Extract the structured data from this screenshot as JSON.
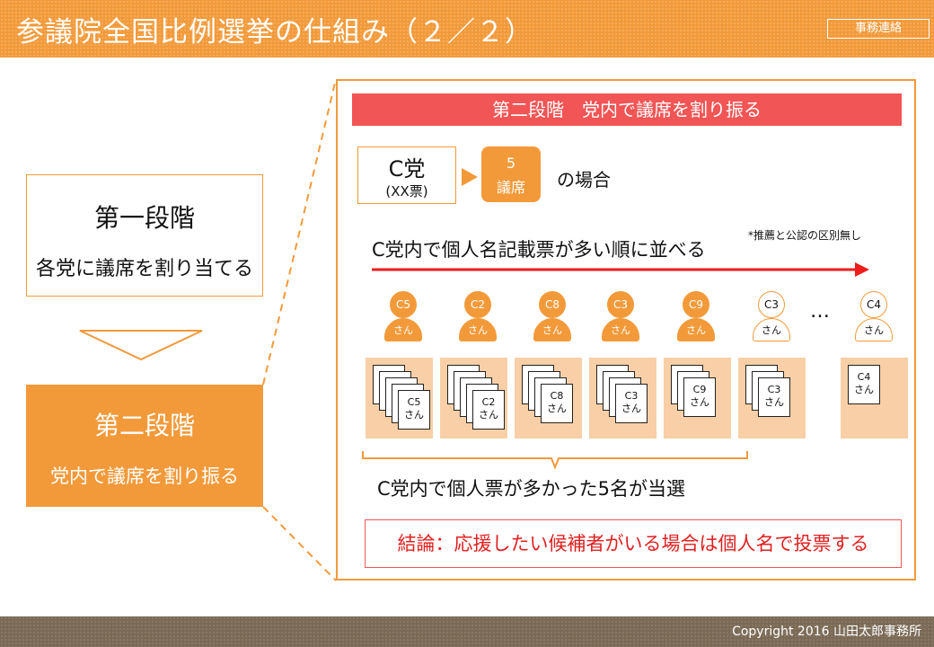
{
  "header": {
    "title": "参議院全国比例選挙の仕組み（２／２）",
    "tag": "事務連絡"
  },
  "footer": {
    "copyright": "Copyright 2016 山田太郎事務所"
  },
  "left": {
    "step1": {
      "title": "第一段階",
      "desc": "各党に議席を割り当てる"
    },
    "step2": {
      "title": "第二段階",
      "desc": "党内で議席を割り振る"
    }
  },
  "panel": {
    "banner": "第二段階　党内で議席を割り振る",
    "party": {
      "name": "C党",
      "votes": "(XX票)"
    },
    "seats": {
      "num": "5",
      "unit": "議席"
    },
    "case_text": "の場合",
    "note": "*推薦と公認の区別無し",
    "sort_text": "C党内で個人名記載票が多い順に並べる",
    "candidates": [
      {
        "label": "C5",
        "san": "さん",
        "elected": true
      },
      {
        "label": "C2",
        "san": "さん",
        "elected": true
      },
      {
        "label": "C8",
        "san": "さん",
        "elected": true
      },
      {
        "label": "C3",
        "san": "さん",
        "elected": true
      },
      {
        "label": "C9",
        "san": "さん",
        "elected": true
      },
      {
        "label": "C3",
        "san": "さん",
        "elected": false
      },
      {
        "label": "C4",
        "san": "さん",
        "elected": false
      }
    ],
    "dots": "…",
    "elected_text": "C党内で個人票が多かった5名が当選",
    "conclusion": "結論：応援したい候補者がいる場合は個人名で投票する"
  },
  "colors": {
    "accent": "#f29a3a",
    "red": "#f25555",
    "footer": "#7a6a56",
    "paper_bg": "#f8cfa6"
  }
}
